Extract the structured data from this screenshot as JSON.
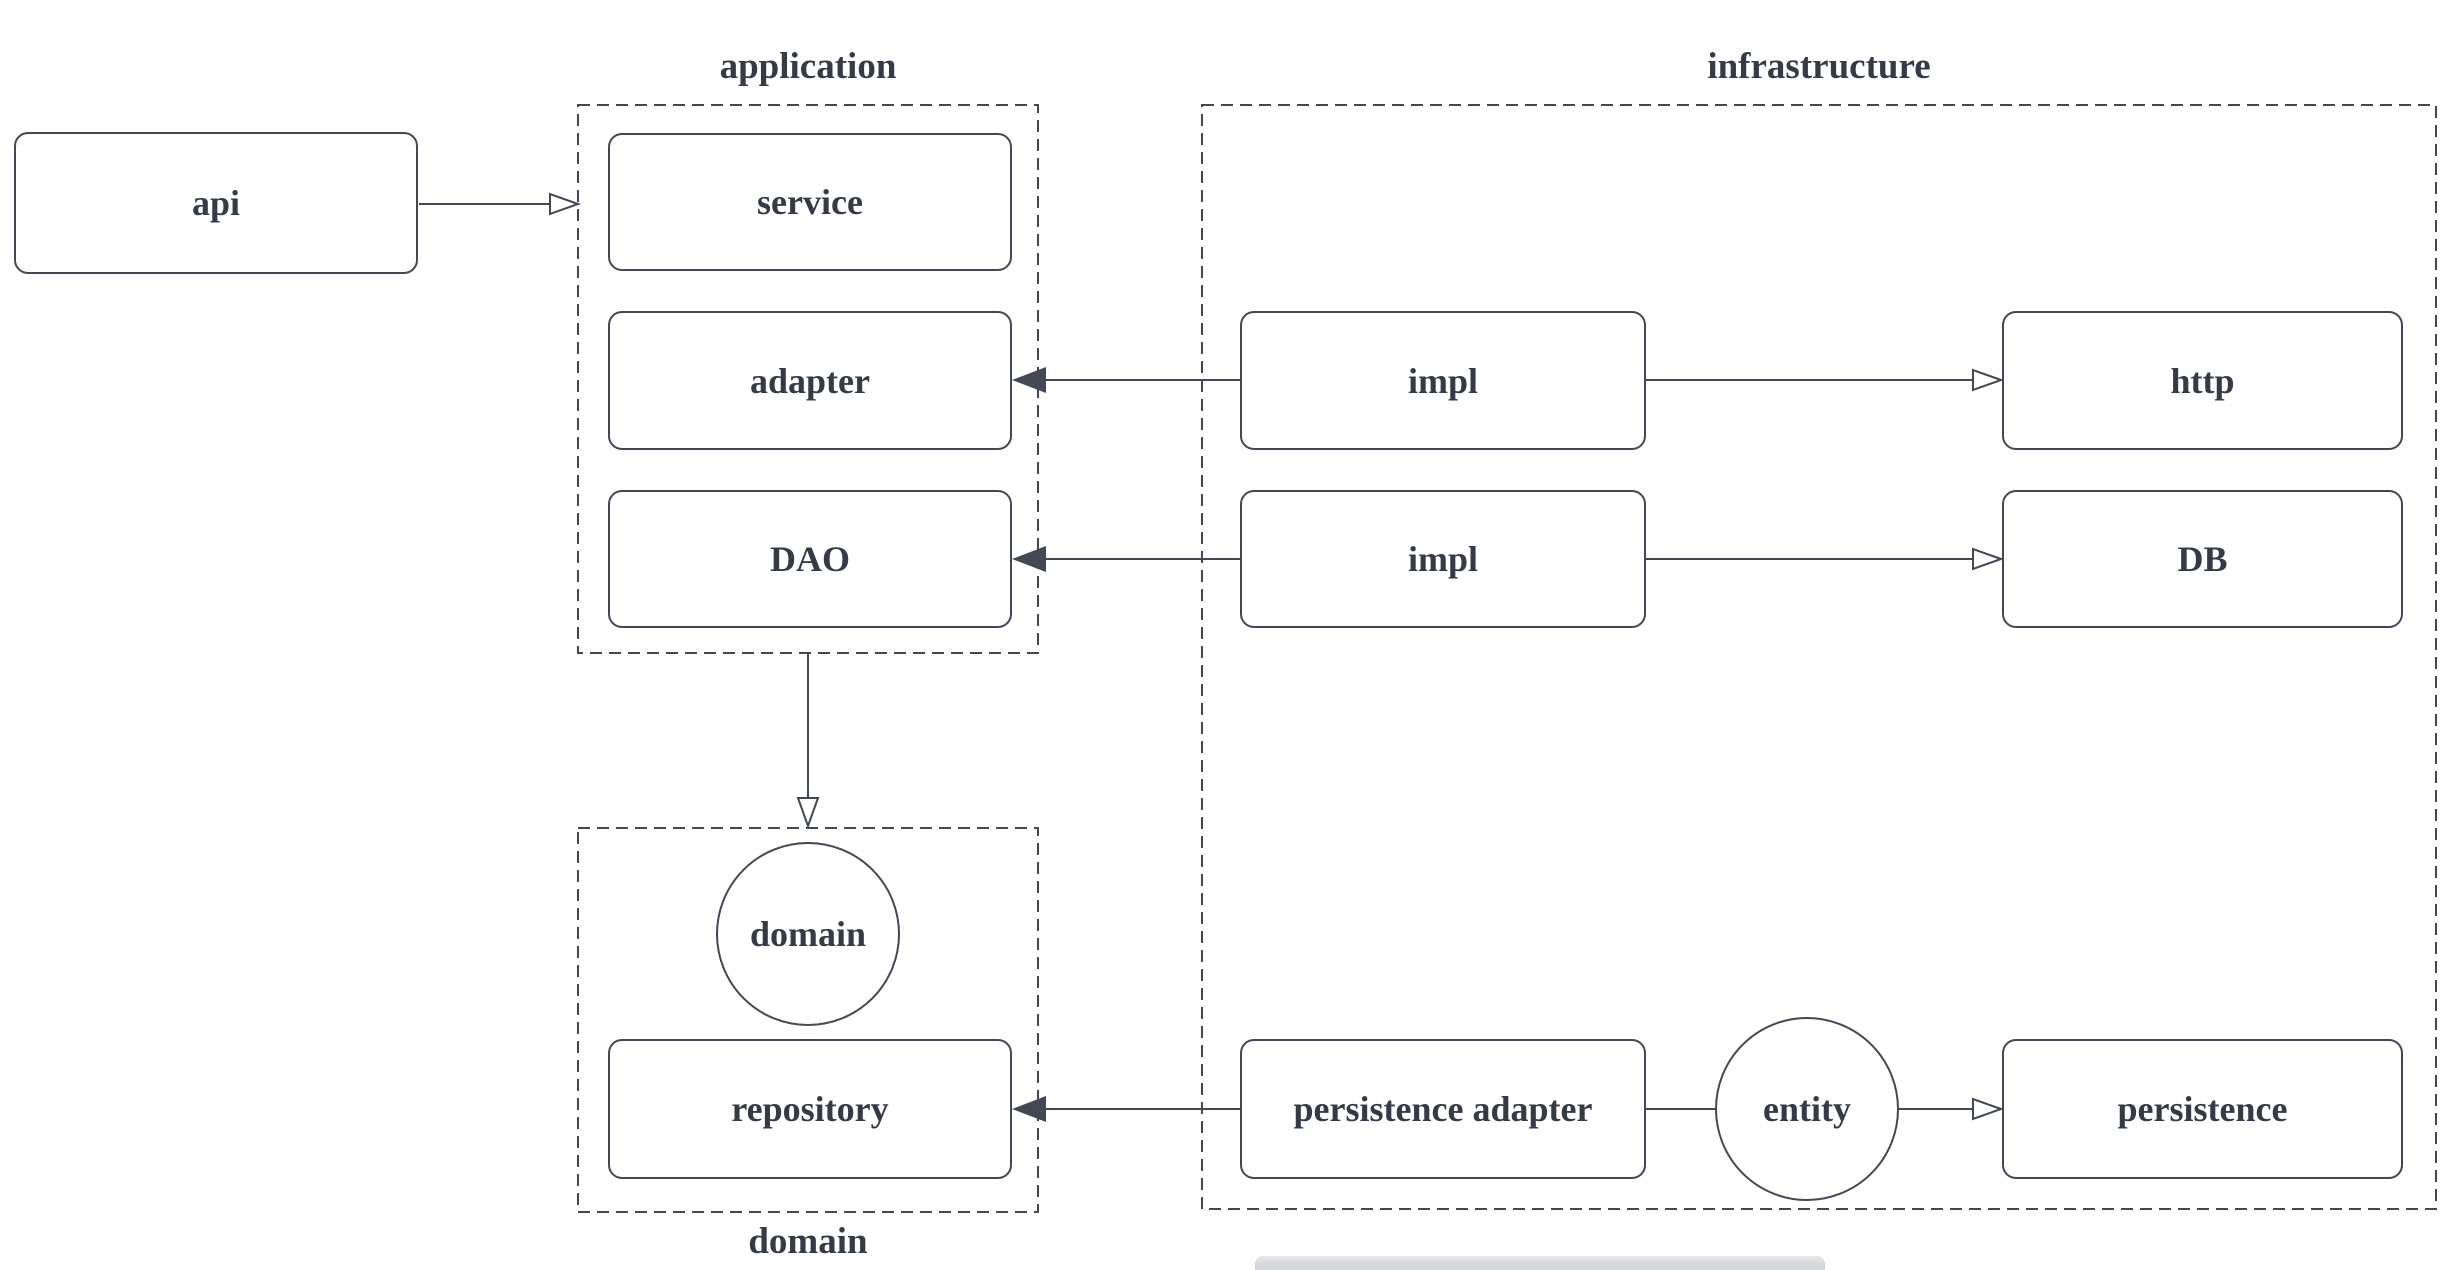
{
  "groups": {
    "application": {
      "label": "application"
    },
    "infrastructure": {
      "label": "infrastructure"
    },
    "domain": {
      "label": "domain"
    }
  },
  "nodes": {
    "api": {
      "label": "api",
      "shape": "rect"
    },
    "service": {
      "label": "service",
      "shape": "rect"
    },
    "adapter": {
      "label": "adapter",
      "shape": "rect"
    },
    "dao": {
      "label": "DAO",
      "shape": "rect"
    },
    "impl_http": {
      "label": "impl",
      "shape": "rect"
    },
    "http": {
      "label": "http",
      "shape": "rect"
    },
    "impl_db": {
      "label": "impl",
      "shape": "rect"
    },
    "db": {
      "label": "DB",
      "shape": "rect"
    },
    "domain_circle": {
      "label": "domain",
      "shape": "circle"
    },
    "repository": {
      "label": "repository",
      "shape": "rect"
    },
    "persistence_adapter": {
      "label": "persistence adapter",
      "shape": "rect"
    },
    "entity": {
      "label": "entity",
      "shape": "circle"
    },
    "persistence": {
      "label": "persistence",
      "shape": "rect"
    }
  },
  "edges": [
    {
      "from": "api",
      "to": "application",
      "head": "open-triangle"
    },
    {
      "from": "impl_http",
      "to": "adapter",
      "head": "filled-triangle"
    },
    {
      "from": "impl_http",
      "to": "http",
      "head": "open-triangle"
    },
    {
      "from": "impl_db",
      "to": "dao",
      "head": "filled-triangle"
    },
    {
      "from": "impl_db",
      "to": "db",
      "head": "open-triangle"
    },
    {
      "from": "application",
      "to": "domain",
      "head": "open-triangle"
    },
    {
      "from": "persistence_adapter",
      "to": "repository",
      "head": "filled-triangle"
    },
    {
      "from": "persistence_adapter",
      "to": "entity",
      "head": "none"
    },
    {
      "from": "entity",
      "to": "persistence",
      "head": "open-triangle"
    }
  ],
  "colors": {
    "line": "#424854",
    "text": "#343b47",
    "node_fill": "#ffffff",
    "canvas": "#ffffff",
    "scrollbar": "#d8d9dd"
  }
}
